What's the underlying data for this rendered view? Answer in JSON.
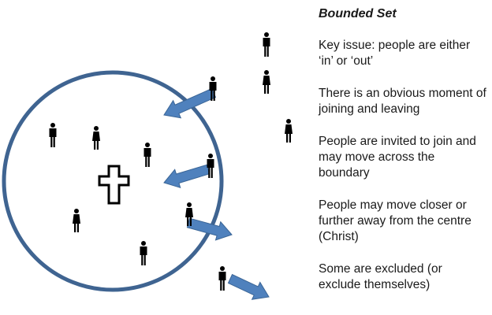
{
  "title": "Bounded Set",
  "points": [
    "Key issue: people are either ‘in’ or ‘out’",
    "There is an obvious moment of joining and leaving",
    "People are invited to join and may move across the boundary",
    "People may move closer or further away from the centre (Christ)",
    "Some are excluded (or exclude themselves)"
  ],
  "figures": [
    {
      "name": "person-icon",
      "kind": "man"
    },
    {
      "name": "person-icon",
      "kind": "man"
    },
    {
      "name": "person-icon",
      "kind": "woman"
    },
    {
      "name": "person-icon",
      "kind": "woman"
    },
    {
      "name": "person-icon",
      "kind": "man"
    },
    {
      "name": "person-icon",
      "kind": "woman"
    },
    {
      "name": "person-icon",
      "kind": "man"
    },
    {
      "name": "person-icon",
      "kind": "man"
    },
    {
      "name": "person-icon",
      "kind": "woman"
    },
    {
      "name": "person-icon",
      "kind": "woman"
    },
    {
      "name": "person-icon",
      "kind": "man"
    },
    {
      "name": "person-icon",
      "kind": "man"
    }
  ],
  "arrows": [
    {
      "name": "arrow-into-set-top",
      "direction": "in"
    },
    {
      "name": "arrow-into-set-middle",
      "direction": "in"
    },
    {
      "name": "arrow-out-of-set",
      "direction": "out"
    },
    {
      "name": "arrow-excluded",
      "direction": "out"
    }
  ],
  "colors": {
    "boundary": "#3f6491",
    "arrow_fill": "#4f81bd",
    "arrow_stroke": "#3a6596",
    "figure": "#000000",
    "cross": "#000000"
  },
  "icons": {
    "centre": "cross-icon",
    "people": "person-icon"
  }
}
